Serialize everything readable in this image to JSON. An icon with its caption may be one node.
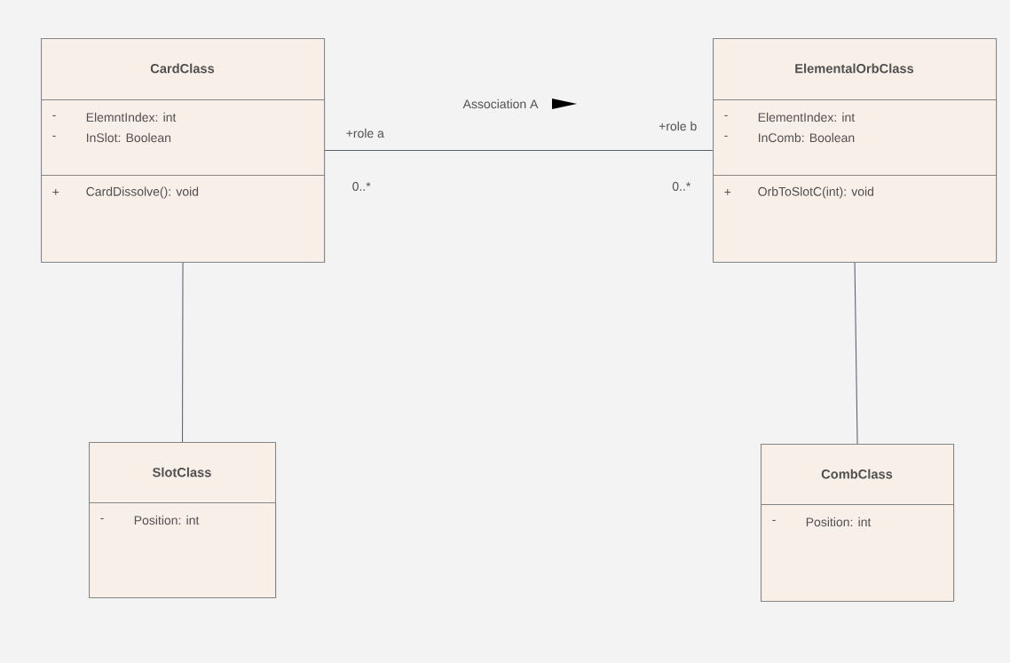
{
  "diagram": {
    "nodes": [
      {
        "text": [
          "CardClass"
        ]
      },
      {
        "text": [
          "-",
          "ElemntIndex: int",
          "-",
          "InSlot: Boolean"
        ],
        "in": 0
      },
      {
        "text": [
          "+",
          "CardDissolve(): void"
        ],
        "in": 0
      },
      {
        "text": [
          "ElementalOrbClass"
        ]
      },
      {
        "text": [
          "-",
          "ElementIndex: int",
          "-",
          "InComb: Boolean"
        ],
        "in": 3
      },
      {
        "text": [
          "+",
          "OrbToSlotC(int): void"
        ],
        "in": 3
      },
      {
        "text": [
          "SlotClass"
        ]
      },
      {
        "text": [
          "-",
          "Position: int"
        ],
        "in": 6
      },
      {
        "text": [
          "CombClass"
        ]
      },
      {
        "text": [
          "-",
          "Position: int"
        ],
        "in": 8
      }
    ],
    "edges": [
      {
        "from": 0,
        "to": 3,
        "arrow": "none",
        "label": "Association A"
      },
      {
        "from": 0,
        "to": 6,
        "arrow": "none"
      },
      {
        "from": 3,
        "to": 8,
        "arrow": "none"
      }
    ],
    "labels": [
      "+role a",
      "+role b",
      "0..*",
      "0..*"
    ]
  }
}
